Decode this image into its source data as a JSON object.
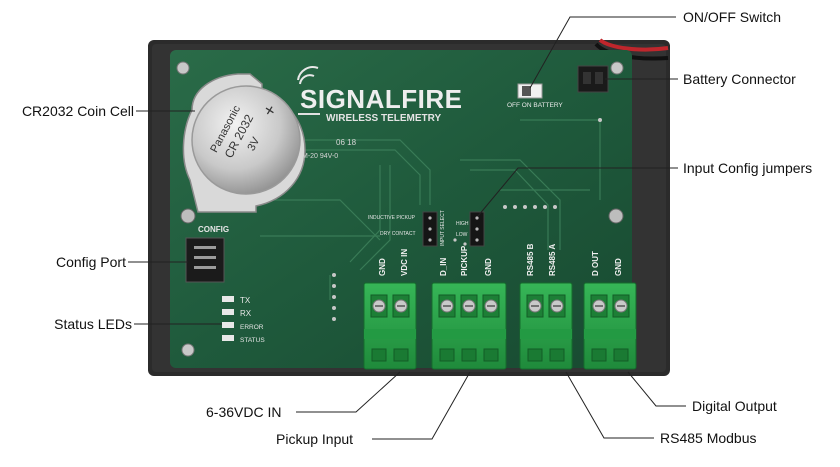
{
  "labels": {
    "on_off_switch": "ON/OFF Switch",
    "battery_connector": "Battery Connector",
    "coin_cell": "CR2032 Coin Cell",
    "input_config_jumpers": "Input Config jumpers",
    "config_port": "Config Port",
    "status_leds": "Status LEDs",
    "vdc_in": "6-36VDC IN",
    "pickup_input": "Pickup Input",
    "digital_output": "Digital Output",
    "rs485_modbus": "RS485 Modbus"
  },
  "board_print": {
    "brand": "SIGNALFIRE",
    "brand_sub": "WIRELESS TELEMETRY",
    "battery_maker": "Panasonic",
    "battery_model": "CR 2032",
    "battery_voltage": "3V",
    "date_code": "06 18",
    "board_code": "M-20 94V-0",
    "config": "CONFIG",
    "switch_text": "OFF ON BATTERY",
    "inductive_pickup": "INDUCTIVE PICKUP",
    "dry_contact": "DRY CONTACT",
    "input_select": "INPUT SELECT",
    "high": "HIGH",
    "low": "LOW",
    "led_labels": [
      "TX",
      "RX",
      "ERROR",
      "STATUS"
    ],
    "terminal_labels": [
      "GND",
      "VDC IN",
      "D_IN",
      "PICKUP",
      "GND",
      "RS485 B",
      "RS485 A",
      "D OUT",
      "GND"
    ]
  },
  "colors": {
    "board": "#1f5a3c",
    "terminal": "#2aa14a",
    "enclosure": "#2b2b2b"
  }
}
